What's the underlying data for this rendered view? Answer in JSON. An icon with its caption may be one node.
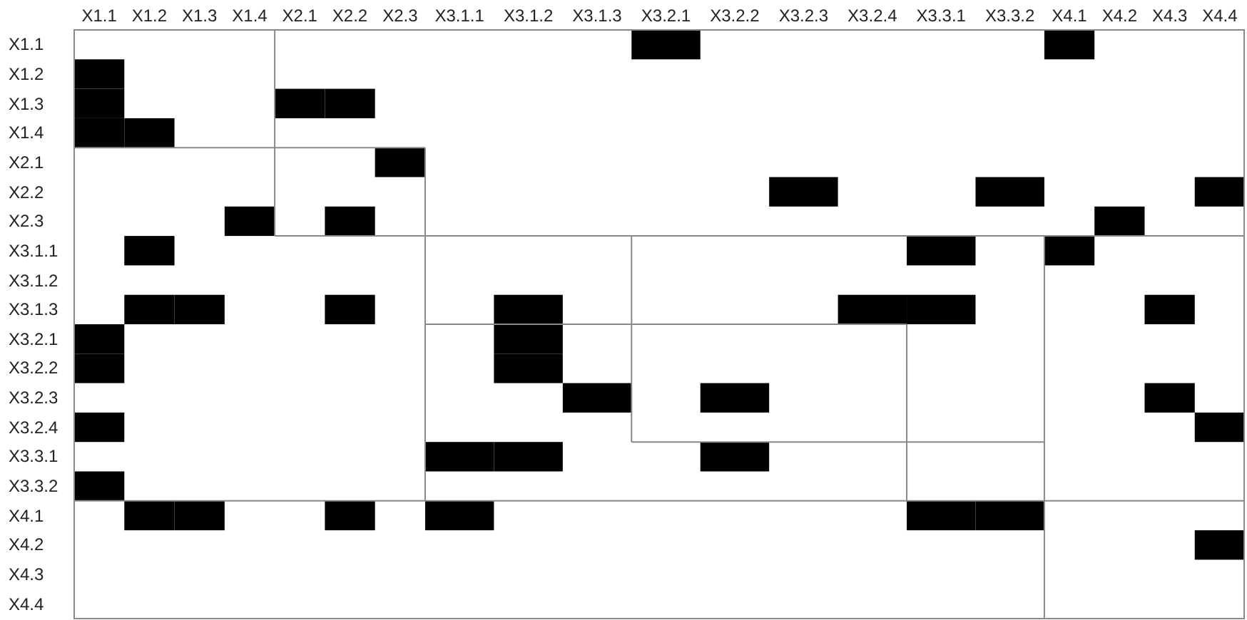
{
  "diagram": {
    "labels": [
      "X1.1",
      "X1.2",
      "X1.3",
      "X1.4",
      "X2.1",
      "X2.2",
      "X2.3",
      "X3.1.1",
      "X3.1.2",
      "X3.1.3",
      "X3.2.1",
      "X3.2.2",
      "X3.2.3",
      "X3.2.4",
      "X3.3.1",
      "X3.3.2",
      "X4.1",
      "X4.2",
      "X4.3",
      "X4.4",
      "X1.1",
      "X1.2",
      "X1.3",
      "X1.4",
      "X2.1",
      "X2.2",
      "X2.3",
      "X3.1.1",
      "X3.1.2",
      "X3.1.3",
      "X3.2.1",
      "X3.2.2",
      "X3.2.3",
      "X3.2.4",
      "X3.3.1",
      "X3.3.2",
      "X4.1",
      "X4.2",
      "X4.3",
      "X4.4"
    ]
  }
}
